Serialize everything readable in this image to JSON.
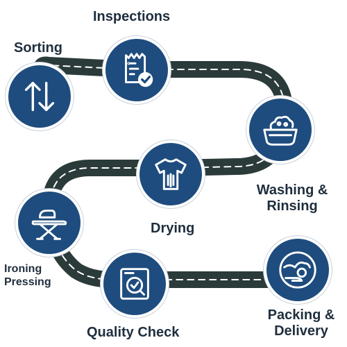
{
  "diagram": {
    "colors": {
      "circle_fill": "#1e4c7e",
      "road": "#2b3b3a",
      "road_dash": "#ffffff",
      "label_text": "#1f2e3d"
    },
    "steps": [
      {
        "id": "sorting",
        "label": "Sorting",
        "icon": "up-down-arrows-icon"
      },
      {
        "id": "inspections",
        "label": "Inspections",
        "icon": "clipboard-check-icon"
      },
      {
        "id": "washing",
        "label_line1": "Washing &",
        "label_line2": "Rinsing",
        "icon": "wash-basin-icon"
      },
      {
        "id": "drying",
        "label": "Drying",
        "icon": "t-shirt-icon"
      },
      {
        "id": "ironing",
        "label_line1": "Ironing",
        "label_line2": "Pressing",
        "icon": "ironing-board-icon"
      },
      {
        "id": "quality",
        "label": "Quality Check",
        "icon": "magnifier-check-icon"
      },
      {
        "id": "packing",
        "label_line1": "Packing &",
        "label_line2": "Delivery",
        "icon": "package-delivery-icon"
      }
    ]
  }
}
